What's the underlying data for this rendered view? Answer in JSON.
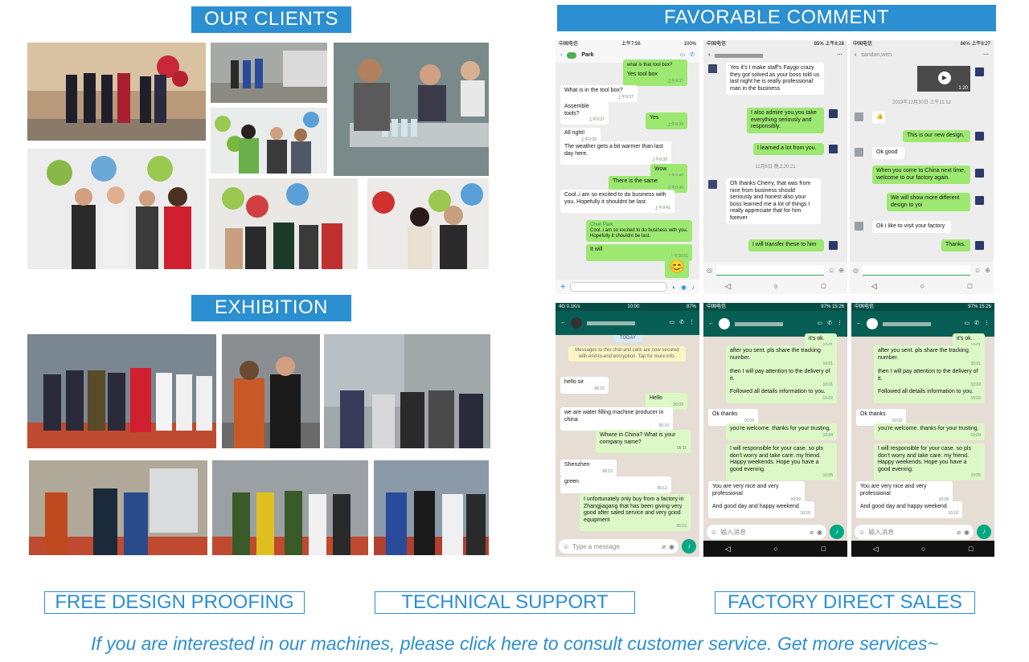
{
  "sections": {
    "clients_title": "OUR CLIENTS",
    "exhibition_title": "EXHIBITION",
    "comment_title": "FAVORABLE COMMENT"
  },
  "features": [
    "FREE DESIGN PROOFING",
    "TECHNICAL SUPPORT",
    "FACTORY DIRECT SALES"
  ],
  "consult_text": "If you are interested in our machines, please click here to consult customer service. Get more services~",
  "colors": {
    "accent": "#2b8fd1",
    "wechat_bubble": "#9ce870",
    "whatsapp_header": "#075e54",
    "whatsapp_bubble": "#dcf8c6"
  },
  "chat1": {
    "status_left": "中国电信",
    "status_time": "上午7:56",
    "status_right": "100%",
    "contact": "Park",
    "messages": [
      {
        "text": "what is that tool box?",
        "side": "in"
      },
      {
        "text": "Yes tool box",
        "side": "out",
        "time": "上午9:37"
      },
      {
        "text": "What is in the tool box?",
        "side": "in",
        "time": "上午9:37"
      },
      {
        "text": "Assemble tools?",
        "side": "in",
        "time": "上午9:37"
      },
      {
        "text": "Yes",
        "side": "out",
        "time": "上午9:39"
      },
      {
        "text": "All right!",
        "side": "in",
        "time": "上午9:39"
      },
      {
        "text": "The weather gets a bit warmer than last day here.",
        "side": "in",
        "time": "上午9:39"
      },
      {
        "text": "Wow",
        "side": "out",
        "time": "上午9:40"
      },
      {
        "text": "There is the same",
        "side": "out",
        "time": "上午9:40"
      },
      {
        "text": "Cool..i am so excited to do business with you. Hopefully it shouldnt be last.",
        "side": "in",
        "time": "上午9:41"
      },
      {
        "text": "Cool..i am so excited to do business with you. Hopefully it shouldnt be last.",
        "side": "quote",
        "name": "Chun Park"
      },
      {
        "text": "It will",
        "side": "out",
        "time": "上午10:51"
      }
    ]
  },
  "chat2": {
    "status_left": "中国电信",
    "status_right": "85% 上午8:28",
    "messages": [
      {
        "text": "Yes it's I make staff's Faygo crazy they got solved as your boss told us last night he is really professional man in the business",
        "side": "in"
      },
      {
        "text": "I also admire you,you take everything seriously and responsibly.",
        "side": "out"
      },
      {
        "text": "I learned a lot from you.",
        "side": "out"
      },
      {
        "text": "11月6日 晚上20:21",
        "side": "stamp"
      },
      {
        "text": "Oh thanks Cherry, that was from nice from business should seriously and honest also your boss learned me a lot of things I really appreciate that for him forever",
        "side": "in"
      },
      {
        "text": "I will transfer these to him",
        "side": "out"
      }
    ]
  },
  "chat3": {
    "status_left": "中国电信",
    "status_right": "86% 上午8:27",
    "contact": "sandan,wen",
    "messages": [
      {
        "text": "1:20",
        "side": "video"
      },
      {
        "text": "2019年12月30日 上午11:12",
        "side": "stamp"
      },
      {
        "text": "👍",
        "side": "in"
      },
      {
        "text": "This is our new design.",
        "side": "out"
      },
      {
        "text": "Ok good",
        "side": "in"
      },
      {
        "text": "When you come to China next time, welcome to our factory again.",
        "side": "out"
      },
      {
        "text": "We will show more different design to yoi",
        "side": "out"
      },
      {
        "text": "Ok i like to visit your factory",
        "side": "in"
      },
      {
        "text": "Thanks.",
        "side": "out"
      }
    ]
  },
  "chat4": {
    "status_left": "4G 0.1K/s",
    "status_time": "10:00",
    "status_right": "87%",
    "banner": "TODAY",
    "encryption": "Messages to this chat and calls are now secured with end-to-end encryption. Tap for more info.",
    "placeholder": "Type a message",
    "messages": [
      {
        "text": "hello sir",
        "side": "in",
        "time": "05:15"
      },
      {
        "text": "Hello",
        "side": "out",
        "time": "06:09"
      },
      {
        "text": "we are water filling machine producer in china",
        "side": "in",
        "time": "06:10"
      },
      {
        "text": "Whwre in China? What is your company name?",
        "side": "out",
        "time": "06:11"
      },
      {
        "text": "Shenzhen",
        "side": "in",
        "time": "06:12"
      },
      {
        "text": "green",
        "side": "in",
        "time": "06:12"
      },
      {
        "text": "I unfortunately only buy from a factory in Zhangjiagang that has been giving very good after saled service and very good equipment",
        "side": "out",
        "time": "06:13"
      }
    ]
  },
  "chat5": {
    "status_left": "中国电信",
    "status_right": "97% 15:26",
    "placeholder": "输入消息",
    "messages": [
      {
        "text": "it's ok.",
        "side": "out",
        "time": "10:01"
      },
      {
        "text": "after you sent. pls share the tracking number.",
        "side": "out",
        "time": "10:01"
      },
      {
        "text": "then I will pay attention to the delivery of it.",
        "side": "out",
        "time": "10:01"
      },
      {
        "text": "Followed all details information to you.",
        "side": "out",
        "time": "10:02"
      },
      {
        "text": "Ok thanks",
        "side": "in",
        "time": "10:03"
      },
      {
        "text": "you're welcome. thanks for your trusting.",
        "side": "out",
        "time": "10:04"
      },
      {
        "text": "I will responsible for your case. so pls don't worry and take care. my friend. Happy weekends. Hope you have a good evening.",
        "side": "out",
        "time": "10:05"
      },
      {
        "text": "You are very nice and very professional",
        "side": "in",
        "time": "10:09"
      },
      {
        "text": "And good day and happy weekend",
        "side": "in",
        "time": "10:10"
      }
    ]
  },
  "chat6": {
    "status_left": "中国电信",
    "status_right": "97% 15:26",
    "placeholder": "输入消息",
    "messages": [
      {
        "text": "it's ok.",
        "side": "out",
        "time": "10:01"
      },
      {
        "text": "after you sent. pls share the tracking number.",
        "side": "out",
        "time": "10:01"
      },
      {
        "text": "then I will pay attention to the delivery of it.",
        "side": "out",
        "time": "10:02"
      },
      {
        "text": "Followed all details information to you.",
        "side": "out",
        "time": "10:02"
      },
      {
        "text": "Ok thanks",
        "side": "in",
        "time": "10:03"
      },
      {
        "text": "you're welcome. thanks for your trusting.",
        "side": "out",
        "time": "10:04"
      },
      {
        "text": "I will responsible for your case. so pls don't worry and take care. my friend. Happy weekends. Hope you have a good evening.",
        "side": "out",
        "time": "10:05"
      },
      {
        "text": "You are very nice and very professional",
        "side": "in",
        "time": "10:09"
      },
      {
        "text": "And good day and happy weekend",
        "side": "in",
        "time": "10:10"
      }
    ]
  }
}
